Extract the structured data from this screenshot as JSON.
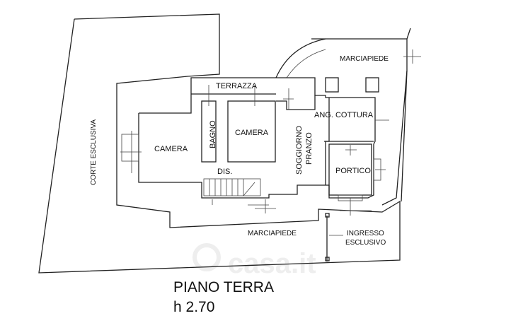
{
  "plan": {
    "title": "PIANO TERRA",
    "height_label": "h 2.70",
    "watermark": "casa.it",
    "rooms": {
      "terrazza": "TERRAZZA",
      "camera_left": "CAMERA",
      "bagno": "BAGNO",
      "camera_mid": "CAMERA",
      "dis": "DIS.",
      "soggiorno": "SOGGIORNO",
      "pranzo": "PRANZO",
      "ang_cottura": "ANG. COTTURA",
      "portico": "PORTICO",
      "corte": "CORTE ESCLUSIVA",
      "marciapiede_top": "MARCIAPIEDE",
      "marciapiede_bottom": "MARCIAPIEDE",
      "ingresso_1": "INGRESSO",
      "ingresso_2": "ESCLUSIVO"
    }
  }
}
